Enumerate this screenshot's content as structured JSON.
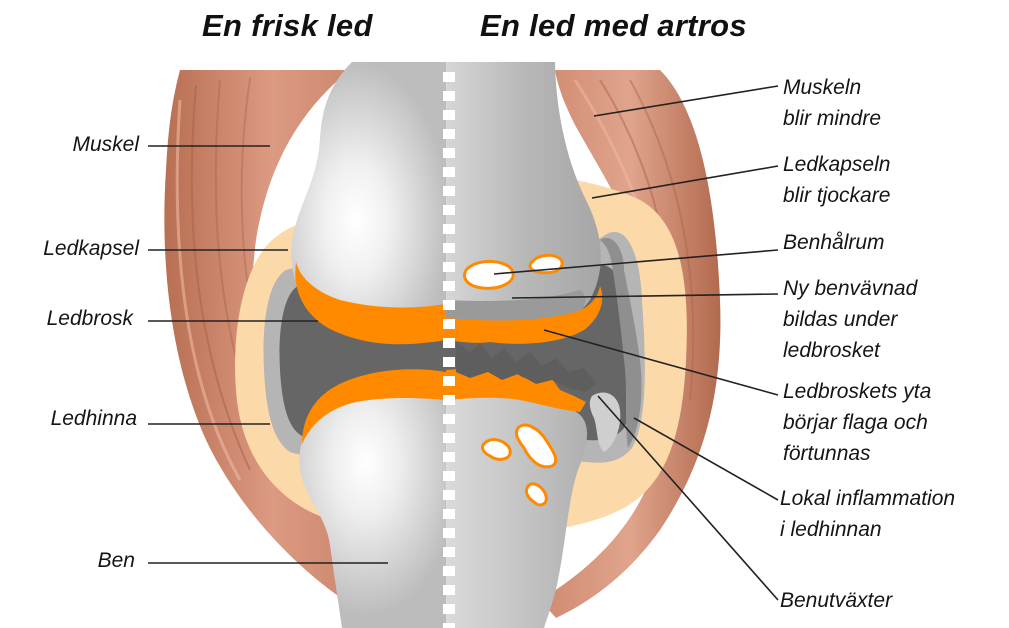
{
  "titles": {
    "healthy": "En frisk led",
    "arthritis": "En led med artros"
  },
  "labels_left": [
    {
      "key": "muskel",
      "lines": [
        "Muskel"
      ]
    },
    {
      "key": "ledkapsel",
      "lines": [
        "Ledkapsel"
      ]
    },
    {
      "key": "ledbrosk",
      "lines": [
        "Ledbrosk"
      ]
    },
    {
      "key": "ledhinna",
      "lines": [
        "Ledhinna"
      ]
    },
    {
      "key": "ben",
      "lines": [
        "Ben"
      ]
    }
  ],
  "labels_right": [
    {
      "key": "muskeln-blir-mindre",
      "lines": [
        "Muskeln",
        "blir mindre"
      ]
    },
    {
      "key": "ledkapseln-blir-tjockare",
      "lines": [
        "Ledkapseln",
        "blir tjockare"
      ]
    },
    {
      "key": "benhalrum",
      "lines": [
        "Benhålrum"
      ]
    },
    {
      "key": "ny-benvavnad",
      "lines": [
        "Ny benvävnad",
        "bildas under",
        "ledbrosket"
      ]
    },
    {
      "key": "ledbroskets-yta",
      "lines": [
        "Ledbroskets yta",
        "börjar flaga och",
        "förtunnas"
      ]
    },
    {
      "key": "lokal-inflammation",
      "lines": [
        "Lokal inflammation",
        "i ledhinnan"
      ]
    },
    {
      "key": "benutvaxter",
      "lines": [
        "Benutväxter"
      ]
    }
  ],
  "colors": {
    "muscle": "#d9917a",
    "muscle_dark": "#a9654a",
    "capsule": "#fcd9a8",
    "bone": "#c2c2c2",
    "bone_highlight": "#f4f4f4",
    "cartilage": "#ff8a00",
    "cavity": "#666666",
    "synovium": "#b5b5b5",
    "divider": "#ffffff",
    "leader": "#222222"
  }
}
